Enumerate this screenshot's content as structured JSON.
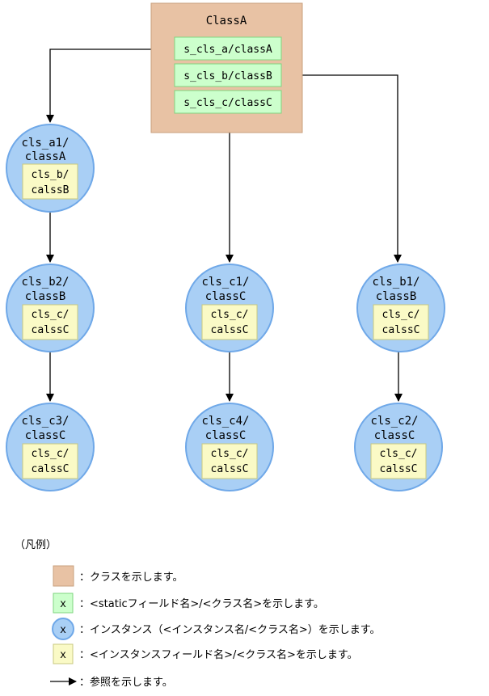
{
  "class_a": {
    "name": "ClassA",
    "fields": [
      "s_cls_a/classA",
      "s_cls_b/classB",
      "s_cls_c/classC"
    ]
  },
  "instances": [
    {
      "id": "a1",
      "line1": "cls_a1/",
      "line2": "classA",
      "field1": "cls_b/",
      "field2": "calssB"
    },
    {
      "id": "b2",
      "line1": "cls_b2/",
      "line2": "classB",
      "field1": "cls_c/",
      "field2": "calssC"
    },
    {
      "id": "c3",
      "line1": "cls_c3/",
      "line2": "classC",
      "field1": "cls_c/",
      "field2": "calssC"
    },
    {
      "id": "c1",
      "line1": "cls_c1/",
      "line2": "classC",
      "field1": "cls_c/",
      "field2": "calssC"
    },
    {
      "id": "c4",
      "line1": "cls_c4/",
      "line2": "classC",
      "field1": "cls_c/",
      "field2": "calssC"
    },
    {
      "id": "b1",
      "line1": "cls_b1/",
      "line2": "classB",
      "field1": "cls_c/",
      "field2": "calssC"
    },
    {
      "id": "c2",
      "line1": "cls_c2/",
      "line2": "classC",
      "field1": "cls_c/",
      "field2": "calssC"
    }
  ],
  "legend": {
    "title": "（凡例）",
    "marker_text": "x",
    "items": [
      {
        "kind": "class",
        "text": "：クラスを示します。"
      },
      {
        "kind": "static-field",
        "text": "：<staticフィールド名>/<クラス名>を示します。"
      },
      {
        "kind": "instance",
        "text": "：インスタンス（<インスタンス名/<クラス名>）を示します。"
      },
      {
        "kind": "instance-field",
        "text": "：<インスタンスフィールド名>/<クラス名>を示します。"
      },
      {
        "kind": "reference",
        "text": "：参照を示します。"
      }
    ]
  },
  "colors": {
    "class_fill": "#e8c2a4",
    "class_stroke": "#c9a07e",
    "field_fill": "#ccffcc",
    "field_stroke": "#7fd47f",
    "instance_fill": "#a9cff5",
    "instance_stroke": "#6fa8e8",
    "inner_fill": "#fafac6",
    "inner_stroke": "#c8c880"
  }
}
